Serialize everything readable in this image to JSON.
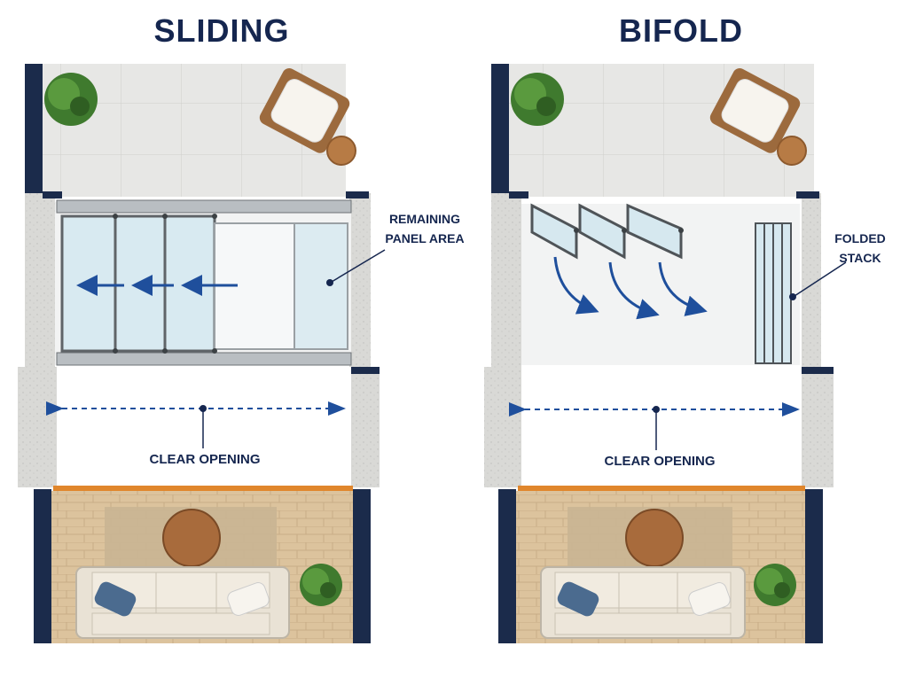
{
  "diagram": {
    "panels": [
      {
        "id": "sliding",
        "title": "SLIDING",
        "callout_line1": "REMAINING",
        "callout_line2": "PANEL AREA",
        "opening_label": "CLEAR OPENING"
      },
      {
        "id": "bifold",
        "title": "BIFOLD",
        "callout_line1": "FOLDED",
        "callout_line2": "STACK",
        "opening_label": "CLEAR OPENING"
      }
    ]
  },
  "colors": {
    "title": "#15264f",
    "accent_blue": "#1f4f9c",
    "wall_navy": "#1b2b4b",
    "wall_concrete": "#d6d6d4",
    "patio_tile": "#e6e6e4",
    "glass": "#dcebf1",
    "frame": "#5f6468",
    "wood_floor": "#d9bf98",
    "rug": "#c7b290",
    "threshold_orange": "#e0862c",
    "sofa": "#e8e1d4",
    "pillow_blue": "#4b6b8f",
    "plant_green": "#3f7a2e"
  },
  "icons": [
    "plant-icon",
    "armchair-icon",
    "side-table-icon",
    "sofa-icon",
    "coffee-table-icon",
    "arrow-icon"
  ]
}
